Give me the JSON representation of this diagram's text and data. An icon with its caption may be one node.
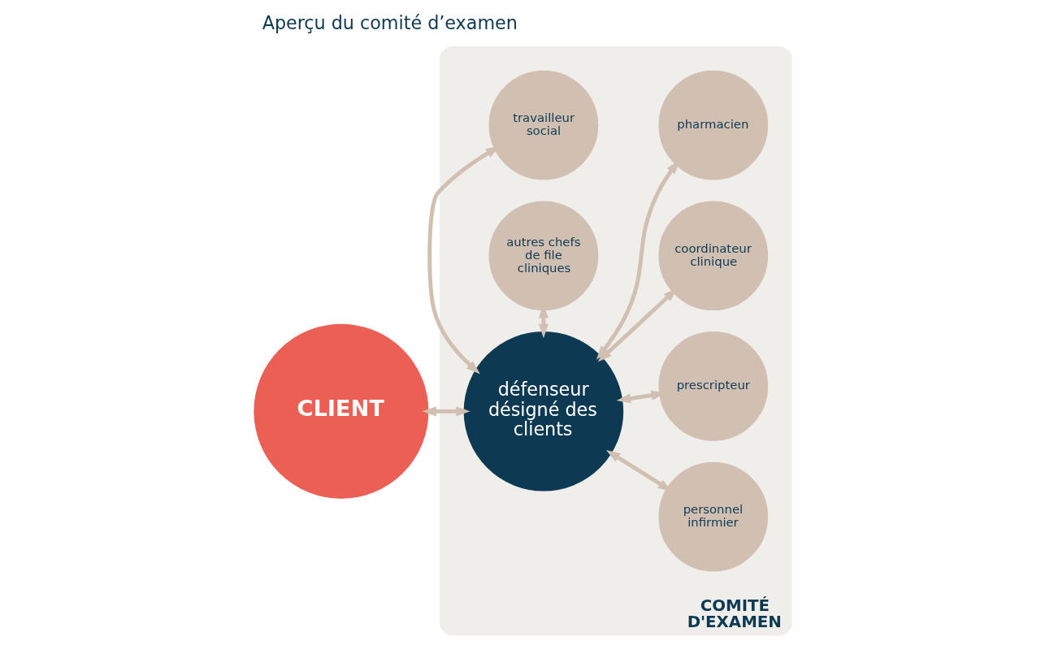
{
  "diagram": {
    "title": "Aperçu du comité d’examen",
    "nodes": [
      {
        "text": [
          "COMITÉ D'EXAMEN"
        ]
      },
      {
        "text": [
          "CLIENT"
        ]
      },
      {
        "text": [
          "défenseur désigné des clients"
        ],
        "in": 0
      },
      {
        "text": [
          "travailleur social"
        ],
        "in": 0
      },
      {
        "text": [
          "personnel infirmier"
        ],
        "in": 0
      },
      {
        "text": [
          "prescripteur"
        ],
        "in": 0
      },
      {
        "text": [
          "coordinateur clinique"
        ],
        "in": 0
      },
      {
        "text": [
          "pharmacien"
        ],
        "in": 0
      },
      {
        "text": [
          "autres chefs de file cliniques"
        ],
        "in": 0
      }
    ],
    "edges": [
      {
        "from": 1,
        "to": 2,
        "arrow": "both"
      },
      {
        "from": 2,
        "to": 3,
        "arrow": "both"
      },
      {
        "from": 2,
        "to": 4,
        "arrow": "both"
      },
      {
        "from": 2,
        "to": 5,
        "arrow": "both"
      },
      {
        "from": 2,
        "to": 6,
        "arrow": "both"
      },
      {
        "from": 2,
        "to": 7,
        "arrow": "both"
      },
      {
        "from": 2,
        "to": 8,
        "arrow": "both"
      }
    ]
  }
}
